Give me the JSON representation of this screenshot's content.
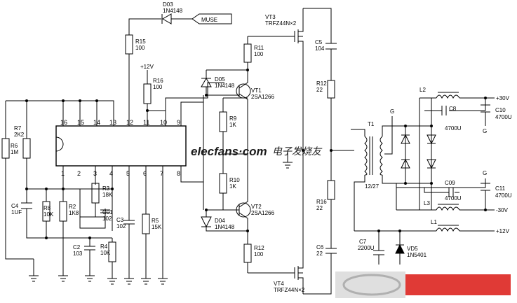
{
  "ic_pins_top": [
    "16",
    "15",
    "14",
    "13",
    "12",
    "11",
    "10",
    "9"
  ],
  "ic_pins_bottom": [
    "1",
    "2",
    "3",
    "4",
    "5",
    "6",
    "7",
    "8"
  ],
  "labels": {
    "d03": "D03",
    "d03_val": "1N4148",
    "muse": "MUSE",
    "vt3": "VT3",
    "vt3_val": "TRFZ44N×2",
    "vt4": "VT4",
    "vt4_val": "TRFZ44N×2",
    "r15": "R15",
    "r15_val": "100",
    "r16": "R16",
    "r16_val": "100",
    "p12v": "+12V",
    "r11": "R11",
    "r11_val": "100",
    "d05": "D05",
    "d05_val": "1N4148",
    "vt1": "VT1",
    "vt1_val": "2SA1266",
    "r9": "R9",
    "r9_val": "1K",
    "r10": "R10",
    "r10_val": "1K",
    "vt2": "VT2",
    "vt2_val": "2SA1266",
    "d04": "D04",
    "d04_val": "1N4148",
    "r12a": "R12",
    "r12a_val": "100",
    "c5": "C5",
    "c5_val": "104",
    "r12b": "R12",
    "r12b_val": "22",
    "r16b": "R16",
    "r16b_val": "22",
    "c6": "C6",
    "c6_val": "22",
    "c7": "C7",
    "c7_val": "2200U",
    "vd5": "VD5",
    "vd5_val": "1N5401",
    "t1": "T1",
    "ratio": "12/27",
    "l1": "L1",
    "l2": "L2",
    "l3": "L3",
    "c8": "C8",
    "c8_val": "4700U",
    "c09": "C09",
    "c09_val": "4700U",
    "c10": "C10",
    "c10_val": "4700U",
    "c11": "C11",
    "c11_val": "4700U",
    "g": "G",
    "p30": "+30V",
    "m30": "-30V",
    "p12": "+12V",
    "r7": "R7",
    "r7_val": "2K2",
    "r6": "R6",
    "r6_val": "1M",
    "c4": "C4",
    "c4_val": "1UF",
    "r8": "R8",
    "r8_val": "10K",
    "r2": "R2",
    "r2_val": "1K8",
    "r3": "R3",
    "r3_val": "18K",
    "c01": "C01",
    "c01_val": "102",
    "c2": "C2",
    "c2_val": "103",
    "r4": "R4",
    "r4_val": "10K",
    "c3": "C3",
    "c3_val": "102",
    "r5": "R5",
    "r5_val": "15K"
  },
  "watermark": {
    "brand": "elecfans·com",
    "cn": "电子发烧友"
  }
}
